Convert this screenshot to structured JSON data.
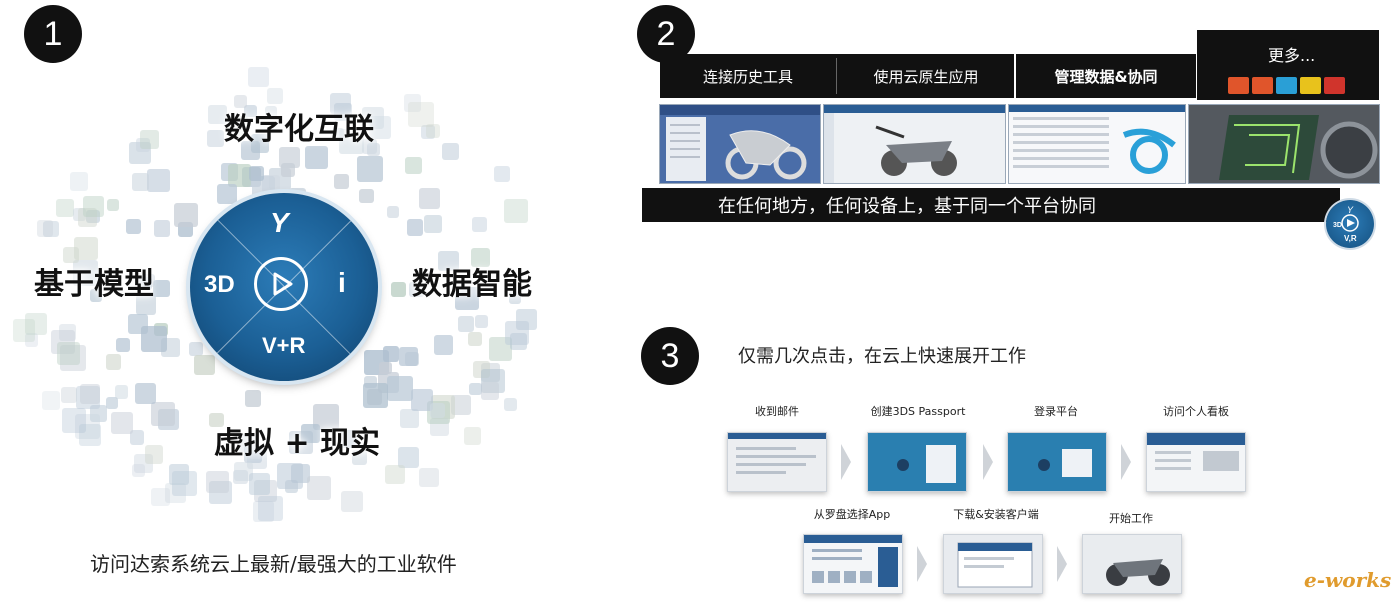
{
  "section1": {
    "badge": "1",
    "labels": {
      "top": "数字化互联",
      "left": "基于模型",
      "right": "数据智能",
      "bottom": "虚拟 + 现实"
    },
    "compass": {
      "top": "Y",
      "left": "3D",
      "right": "i",
      "bottom": "V+R"
    },
    "caption": "访问达索系统云上最新/最强大的工业软件"
  },
  "section2": {
    "badge": "2",
    "tabs": [
      "连接历史工具",
      "使用云原生应用",
      "管理数据&协同"
    ],
    "more_label": "更多...",
    "app_colors": [
      "#e0552b",
      "#e0552b",
      "#2a9fd6",
      "#e8c21c",
      "#d0342c"
    ],
    "collab_text": "在任何地方，任何设备上，基于同一个平台协同",
    "mini_compass_label": "V,R"
  },
  "section3": {
    "badge": "3",
    "heading": "仅需几次点击，在云上快速展开工作",
    "steps_row1": [
      "收到邮件",
      "创建3DS Passport",
      "登录平台",
      "访问个人看板"
    ],
    "steps_row2": [
      "从罗盘选择App",
      "下载&安装客户端",
      "开始工作"
    ]
  },
  "watermark": "e-works"
}
